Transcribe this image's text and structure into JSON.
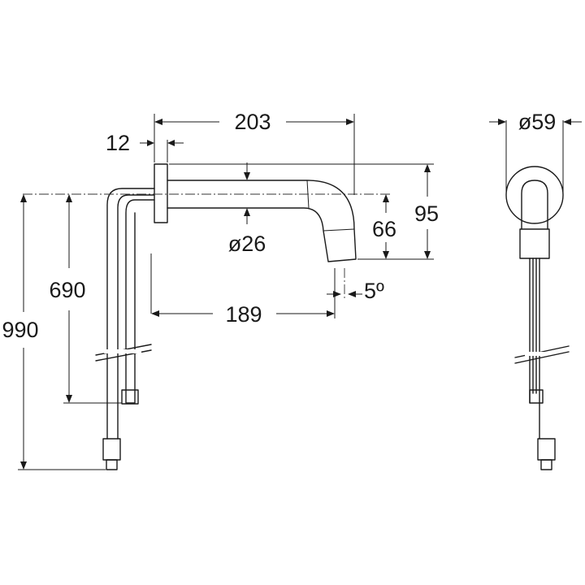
{
  "dimensions": {
    "total_length": "203",
    "plate_thickness": "12",
    "spout_diameter": "ø26",
    "front_height": "95",
    "outlet_height": "66",
    "projection": "189",
    "angle": "5º",
    "pipe_length": "690",
    "overall_length": "990",
    "rosette_diameter": "ø59"
  },
  "colors": {
    "line": "#1a1a1a",
    "background": "#ffffff"
  }
}
